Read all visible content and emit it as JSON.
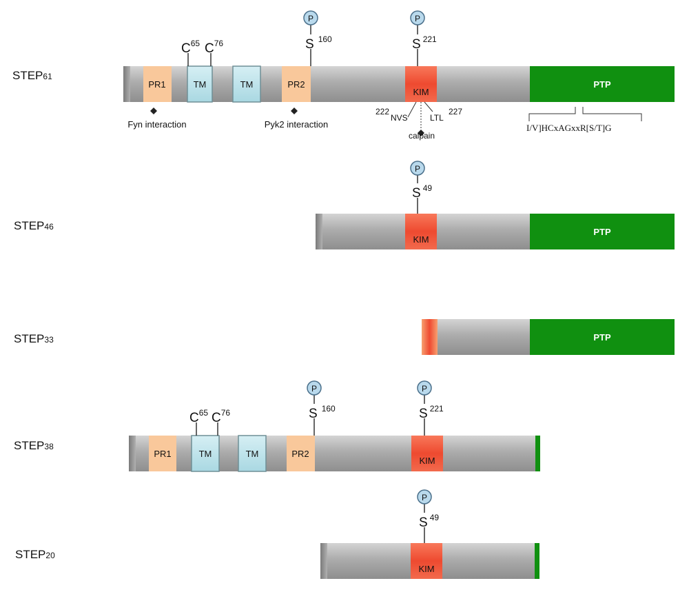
{
  "isoforms": {
    "step61": {
      "name": "STEP",
      "sub": "61"
    },
    "step46": {
      "name": "STEP",
      "sub": "46"
    },
    "step33": {
      "name": "STEP",
      "sub": "33"
    },
    "step38": {
      "name": "STEP",
      "sub": "38"
    },
    "step20": {
      "name": "STEP",
      "sub": "20"
    }
  },
  "domains": {
    "pr1": "PR1",
    "pr2": "PR2",
    "tm": "TM",
    "kim": "KIM",
    "ptp": "PTP"
  },
  "sites": {
    "phospho": "P",
    "serine": "S",
    "cysteine": "C",
    "s160": "160",
    "s221": "221",
    "s49": "49",
    "c65": "65",
    "c76": "76"
  },
  "annotations": {
    "fyn": "Fyn interaction",
    "pyk2": "Pyk2 interaction",
    "n222": "222",
    "nvs": "NVS",
    "ltl": "LTL",
    "n227": "227",
    "calpain": "calpain",
    "motif": "I/V]HCxAGxxR[S/T]G"
  },
  "colors": {
    "backbone": "#a8a8a8",
    "pr": "#f9c89b",
    "tm_fill": "#bfe3ea",
    "tm_border": "#6f8f96",
    "kim": "#f0553a",
    "ptp": "#109010",
    "phospho_fill": "#b9d9ec",
    "phospho_stroke": "#4a6f8a"
  }
}
